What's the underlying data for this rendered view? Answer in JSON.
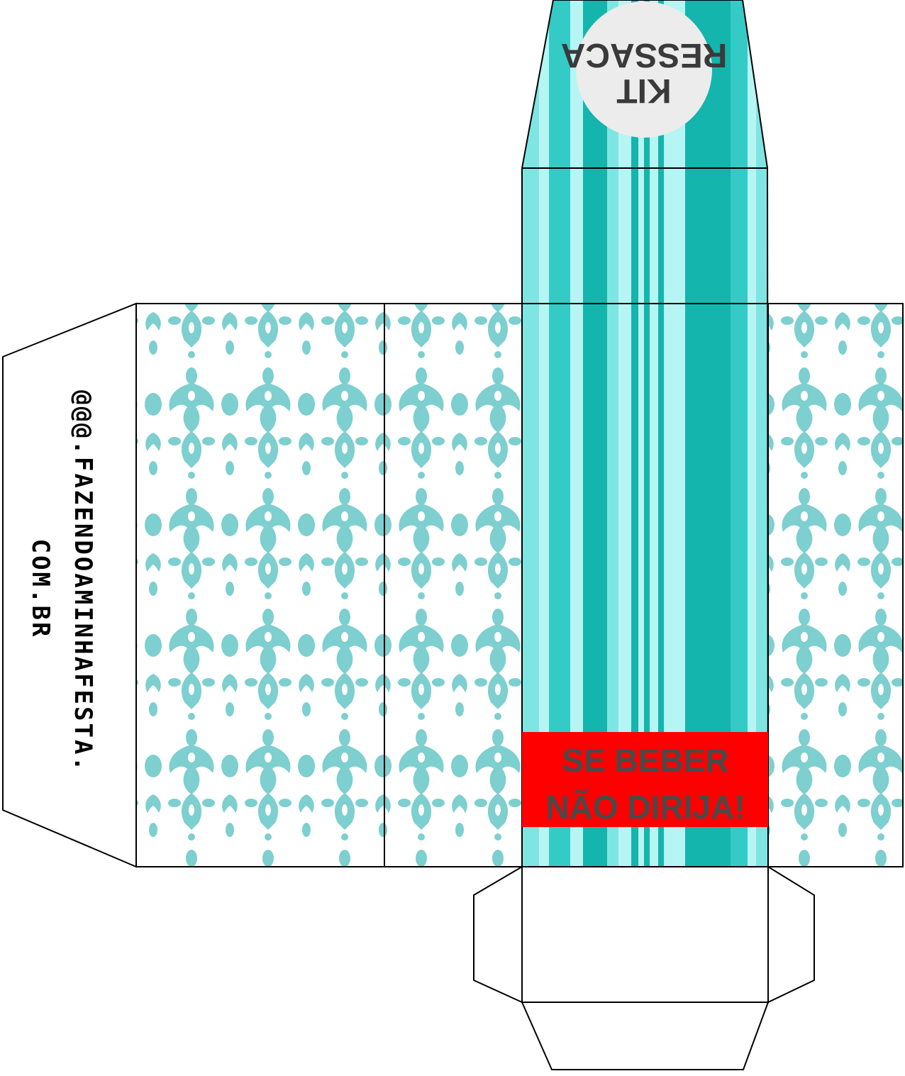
{
  "colors": {
    "damask": "#7ecfcf",
    "stripe_dark": "#14b5ac",
    "stripe_mid": "#34cbc6",
    "stripe_light": "#7fe5e3",
    "stripe_pale": "#b6f5f4",
    "warning_bg": "#ff0000",
    "warning_text": "#4a4a4a",
    "badge_bg": "#ececec"
  },
  "badge": {
    "line1": "KIT",
    "line2": "RESSACA"
  },
  "warning": {
    "line1": "SE BEBER",
    "line2": "NÃO DIRIJA!"
  },
  "side_tab": {
    "line1": "@@@.FAZENDOAMINHAFESTA.",
    "line2": "COM.BR"
  },
  "pattern": {
    "type": "damask",
    "icon": "damask-ornament-icon"
  }
}
